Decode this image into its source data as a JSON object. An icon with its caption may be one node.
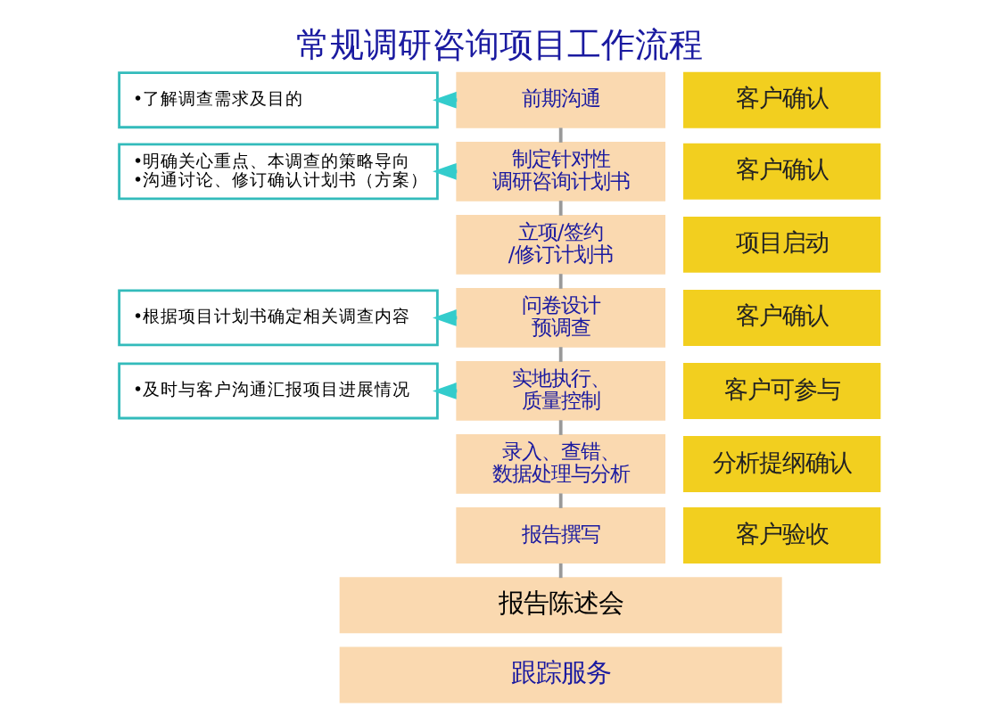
{
  "diagram": {
    "title": "常规调研咨询项目工作流程",
    "nodes": [
      {
        "text": [
          "•了解调查需求及目的"
        ]
      },
      {
        "text": [
          "前期沟通"
        ]
      },
      {
        "text": [
          "客户确认"
        ]
      },
      {
        "text": [
          "•明确关心重点、本调查的策略导向",
          "•沟通讨论、修订确认计划书（方案）"
        ]
      },
      {
        "text": [
          "制定针对性调研咨询计划书"
        ]
      },
      {
        "text": [
          "客户确认"
        ]
      },
      {
        "text": [
          "立项/签约/修订计划书"
        ]
      },
      {
        "text": [
          "项目启动"
        ]
      },
      {
        "text": [
          "•根据项目计划书确定相关调查内容"
        ]
      },
      {
        "text": [
          "问卷设计预调查"
        ]
      },
      {
        "text": [
          "客户确认"
        ]
      },
      {
        "text": [
          "•及时与客户沟通汇报项目进展情况"
        ]
      },
      {
        "text": [
          "实地执行、质量控制"
        ]
      },
      {
        "text": [
          "客户可参与"
        ]
      },
      {
        "text": [
          "录入、查错、数据处理与分析"
        ]
      },
      {
        "text": [
          "分析提纲确认"
        ]
      },
      {
        "text": [
          "报告撰写"
        ]
      },
      {
        "text": [
          "客户验收"
        ]
      },
      {
        "text": [
          "报告陈述会"
        ]
      },
      {
        "text": [
          "跟踪服务"
        ]
      }
    ],
    "edges": [
      {
        "from": 1,
        "to": 0,
        "arrow": "to",
        "color": "#33cccc"
      },
      {
        "from": 4,
        "to": 3,
        "arrow": "to",
        "color": "#33cccc"
      },
      {
        "from": 9,
        "to": 8,
        "arrow": "to",
        "color": "#33cccc"
      },
      {
        "from": 12,
        "to": 11,
        "arrow": "to",
        "color": "#33cccc"
      },
      {
        "from": 1,
        "to": 4,
        "arrow": "none"
      },
      {
        "from": 4,
        "to": 6,
        "arrow": "none"
      },
      {
        "from": 6,
        "to": 9,
        "arrow": "none"
      },
      {
        "from": 9,
        "to": 12,
        "arrow": "none"
      },
      {
        "from": 12,
        "to": 14,
        "arrow": "none"
      },
      {
        "from": 14,
        "to": 16,
        "arrow": "none"
      },
      {
        "from": 16,
        "to": 18,
        "arrow": "none"
      }
    ]
  }
}
